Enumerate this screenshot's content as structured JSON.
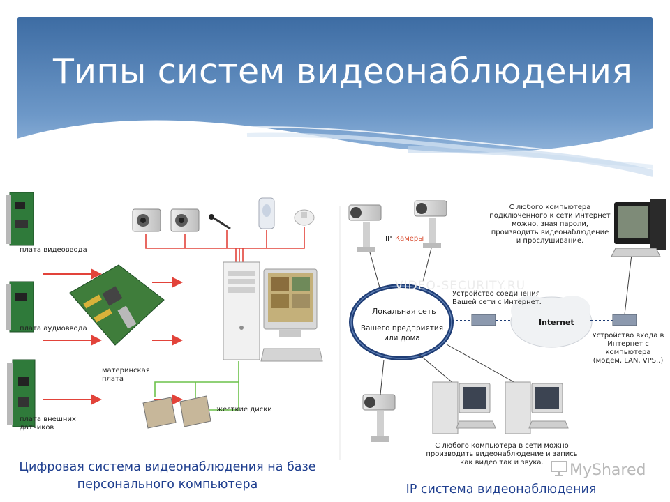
{
  "slide": {
    "title": "Типы систем видеонаблюдения",
    "colors": {
      "banner_dark": "#3f6ea4",
      "banner_light": "#a9c6e6",
      "label_blue": "#1f3f8f",
      "red_line": "#e2433a",
      "green_line": "#6cc24a",
      "network_ring": "#1f3d75"
    }
  },
  "left_system": {
    "labels": {
      "video_board": "плата видеоввода",
      "audio_board": "плата аудиоввода",
      "motherboard": "материнская плата",
      "sensor_board": "плата внешних датчиков",
      "hard_disks": "жесткие диски"
    },
    "caption": "Цифровая система видеонаблюдения на базе персонального компьютера"
  },
  "right_system": {
    "labels": {
      "ip": "IP",
      "cameras": "Камеры",
      "local_net_title": "Локальная сеть",
      "local_net_sub": "Вашего предприятия или дома",
      "internet": "Internet",
      "connection_device": "Устройство соединения Вашей сети с Интернет.",
      "remote_access": "С любого компьютера подключенного к сети Интернет можно, зная пароли, производить видеонаблюдение и прослушивание.",
      "access_device": "Устройство входа в Интернет с компьютера (модем, LAN, VPS..)",
      "local_access": "С любого компьютера в сети можно производить видеонаблюдение и запись как видео так и звука.",
      "bg_watermark": "VIDEO-SECURITY.RU"
    },
    "caption": "IP система видеонаблюдения"
  },
  "watermark": {
    "text": "MyShared"
  }
}
